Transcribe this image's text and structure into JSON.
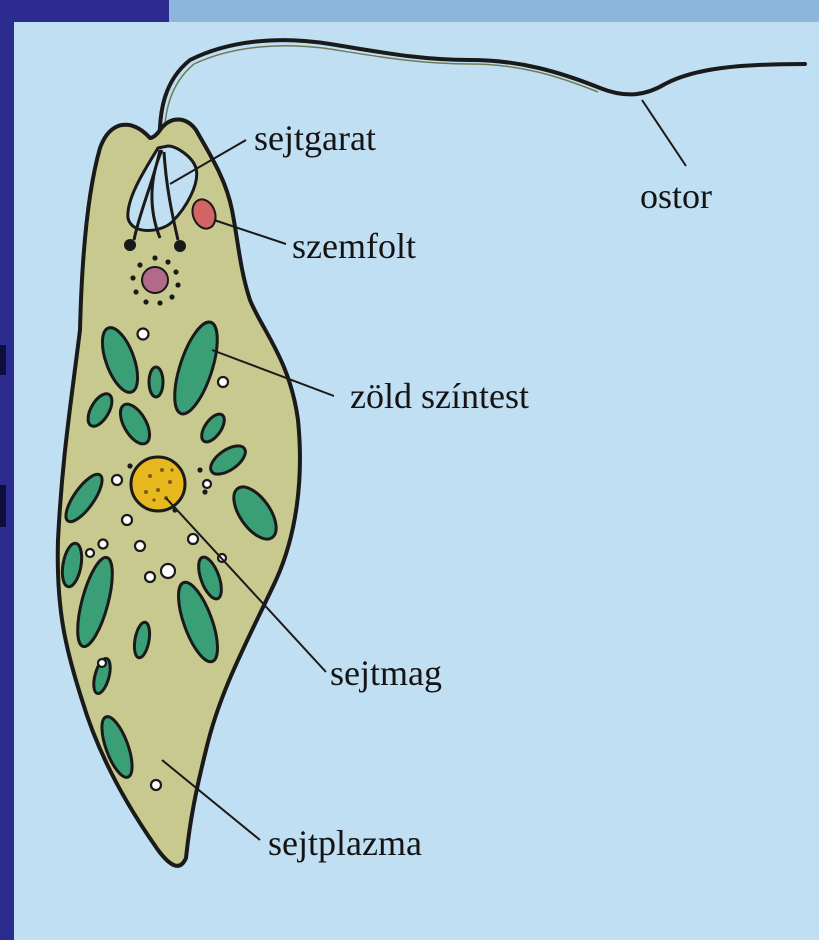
{
  "labels": {
    "sejtgarat": "sejtgarat",
    "szemfolt": "szemfolt",
    "ostor": "ostor",
    "zold_szintest": "zöld színtest",
    "sejtmag": "sejtmag",
    "sejtplazma": "sejtplazma"
  },
  "colors": {
    "frame": "#2c2b8f",
    "background": "#c0dff3",
    "cytoplasm": "#c8c98f",
    "chloroplast": "#3a9e76",
    "nucleus": "#e8b81f",
    "eyespot": "#d36464",
    "outline": "#1a1a1a"
  }
}
